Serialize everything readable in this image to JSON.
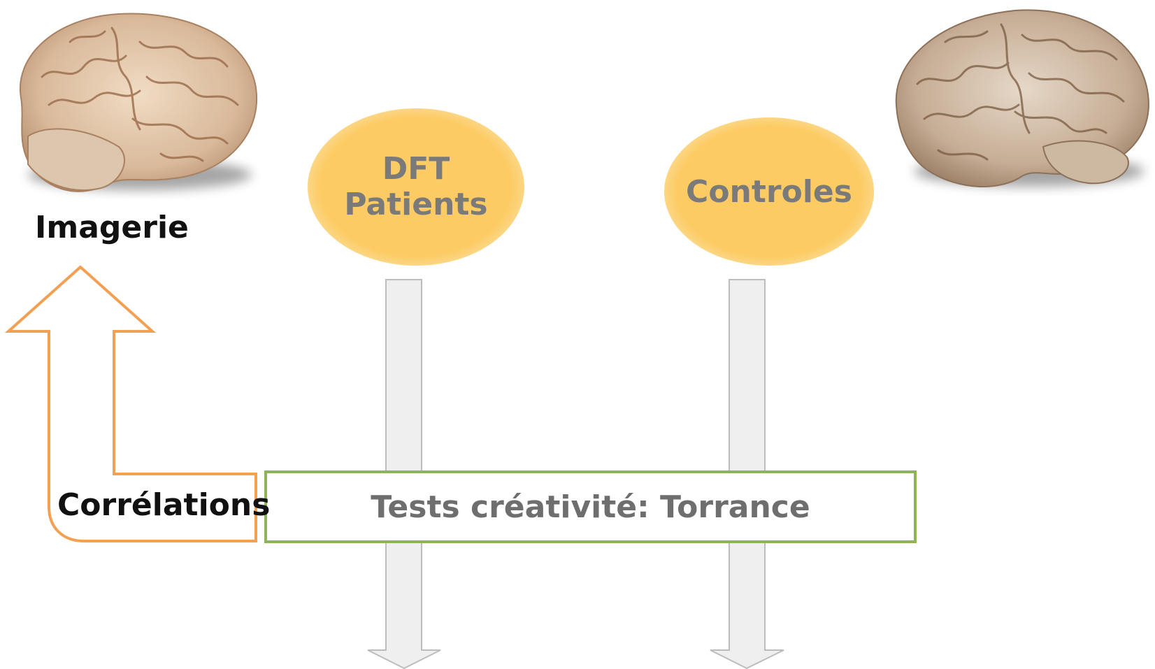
{
  "left_label": "Imagerie",
  "groups": {
    "patients": {
      "line1": "DFT",
      "line2": "Patients"
    },
    "controls": {
      "label": "Controles"
    }
  },
  "correlation_label": "Corrélations",
  "test_label": "Tests créativité: Torrance",
  "colors": {
    "blob": "#fccb63",
    "correlation_arrow": "#f4a053",
    "test_border": "#8fb458",
    "down_arrows_fill": "#efefef",
    "down_arrows_stroke": "#bdbdbd"
  },
  "icons": {
    "left_brain": "brain-photo-icon",
    "right_brain": "brain-photo-icon",
    "down_arrow": "down-arrow-icon",
    "up_arrow": "up-arrow-icon"
  }
}
